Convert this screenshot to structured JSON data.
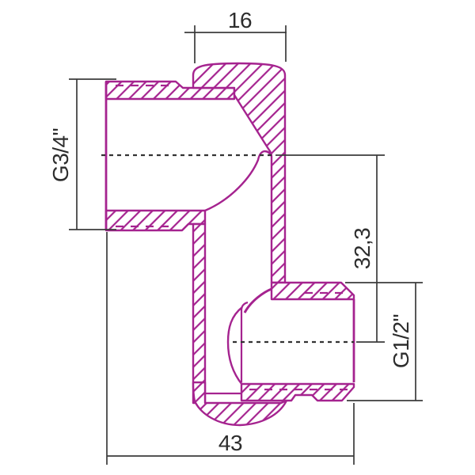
{
  "drawing": {
    "kind": "technical-section-drawing",
    "subject": "threaded-pipe-fitting-cross-section",
    "colors": {
      "part_outline": "#A5238F",
      "dimension_lines": "#3B3B3B",
      "centerlines": "#333333",
      "background": "#FFFFFF"
    },
    "dimensions": {
      "top_width": "16",
      "left_port_thread": "G3/4\"",
      "vertical_offset": "32,3",
      "right_port_thread": "G1/2\"",
      "overall_width": "43"
    }
  }
}
